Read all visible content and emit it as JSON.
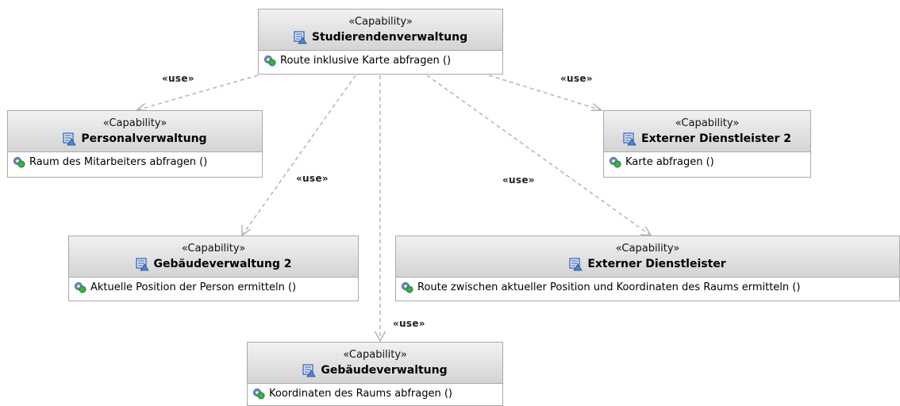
{
  "nodes": {
    "studierendenverwaltung": {
      "stereotype": "«Capability»",
      "name": "Studierendenverwaltung",
      "operation": "Route inklusive Karte abfragen ()"
    },
    "personalverwaltung": {
      "stereotype": "«Capability»",
      "name": "Personalverwaltung",
      "operation": "Raum des Mitarbeiters abfragen ()"
    },
    "externer_dienstleister_2": {
      "stereotype": "«Capability»",
      "name": "Externer Dienstleister 2",
      "operation": "Karte abfragen ()"
    },
    "gebaeudeverwaltung_2": {
      "stereotype": "«Capability»",
      "name": "Gebäudeverwaltung 2",
      "operation": "Aktuelle Position der Person ermitteln ()"
    },
    "externer_dienstleister": {
      "stereotype": "«Capability»",
      "name": "Externer Dienstleister",
      "operation": "Route zwischen aktueller Position und Koordinaten des Raums ermitteln ()"
    },
    "gebaeudeverwaltung": {
      "stereotype": "«Capability»",
      "name": "Gebäudeverwaltung",
      "operation": "Koordinaten des Raums abfragen ()"
    }
  },
  "edge_labels": {
    "use_personal": "«use»",
    "use_extern2": "«use»",
    "use_geb2": "«use»",
    "use_extern": "«use»",
    "use_geb": "«use»"
  },
  "colors": {
    "edge": "#b4b4b4",
    "border": "#a9a9a9",
    "head_top": "#f1f1f1",
    "head_bottom": "#d4d4d4"
  }
}
